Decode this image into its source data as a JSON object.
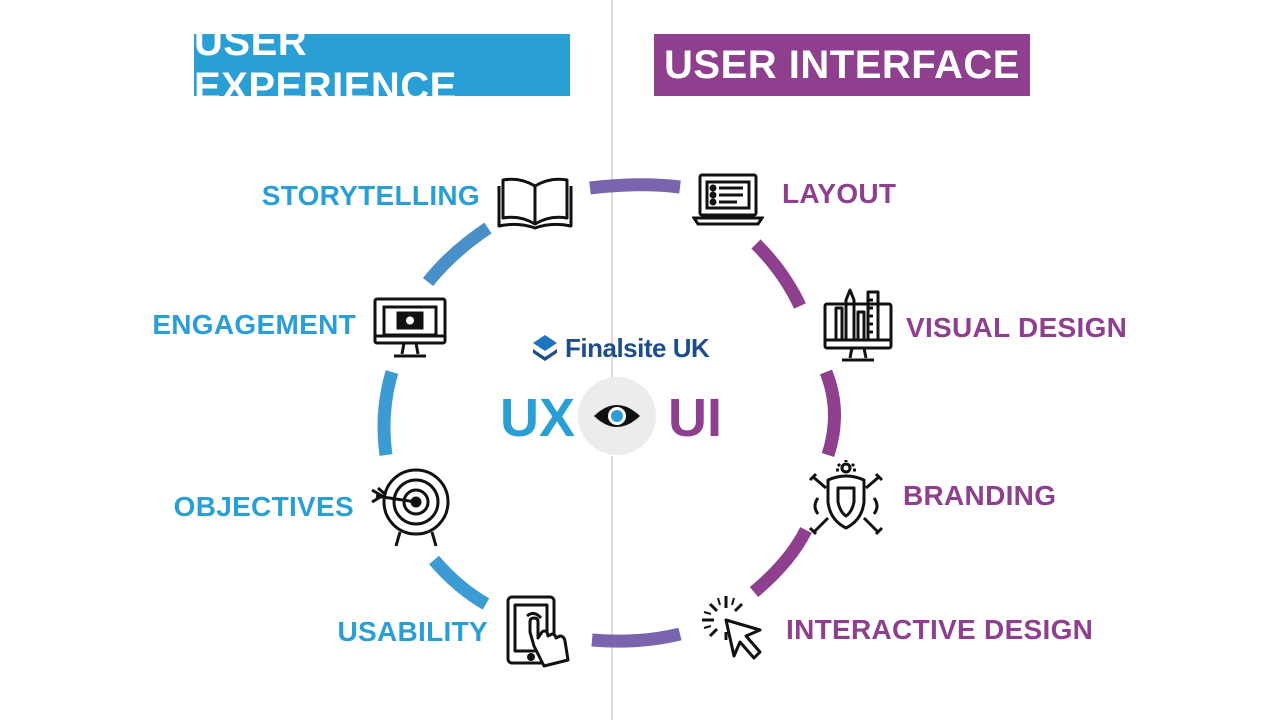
{
  "banners": {
    "ux": "USER EXPERIENCE",
    "ui": "USER INTERFACE"
  },
  "brand": {
    "logo_text": "Finalsite UK",
    "colors": {
      "ux": "#2a9fd6",
      "ui": "#8e3f8e",
      "logo": "#1e4d8c"
    }
  },
  "center": {
    "ux": "UX",
    "ui": "UI",
    "icon": "eye-icon"
  },
  "ux_items": [
    {
      "label": "STORYTELLING",
      "icon": "open-book-icon"
    },
    {
      "label": "ENGAGEMENT",
      "icon": "monitor-video-icon"
    },
    {
      "label": "OBJECTIVES",
      "icon": "target-icon"
    },
    {
      "label": "USABILITY",
      "icon": "touch-tablet-icon"
    }
  ],
  "ui_items": [
    {
      "label": "LAYOUT",
      "icon": "laptop-layout-icon"
    },
    {
      "label": "VISUAL DESIGN",
      "icon": "design-monitor-icon"
    },
    {
      "label": "BRANDING",
      "icon": "crest-icon"
    },
    {
      "label": "INTERACTIVE DESIGN",
      "icon": "cursor-click-icon"
    }
  ]
}
